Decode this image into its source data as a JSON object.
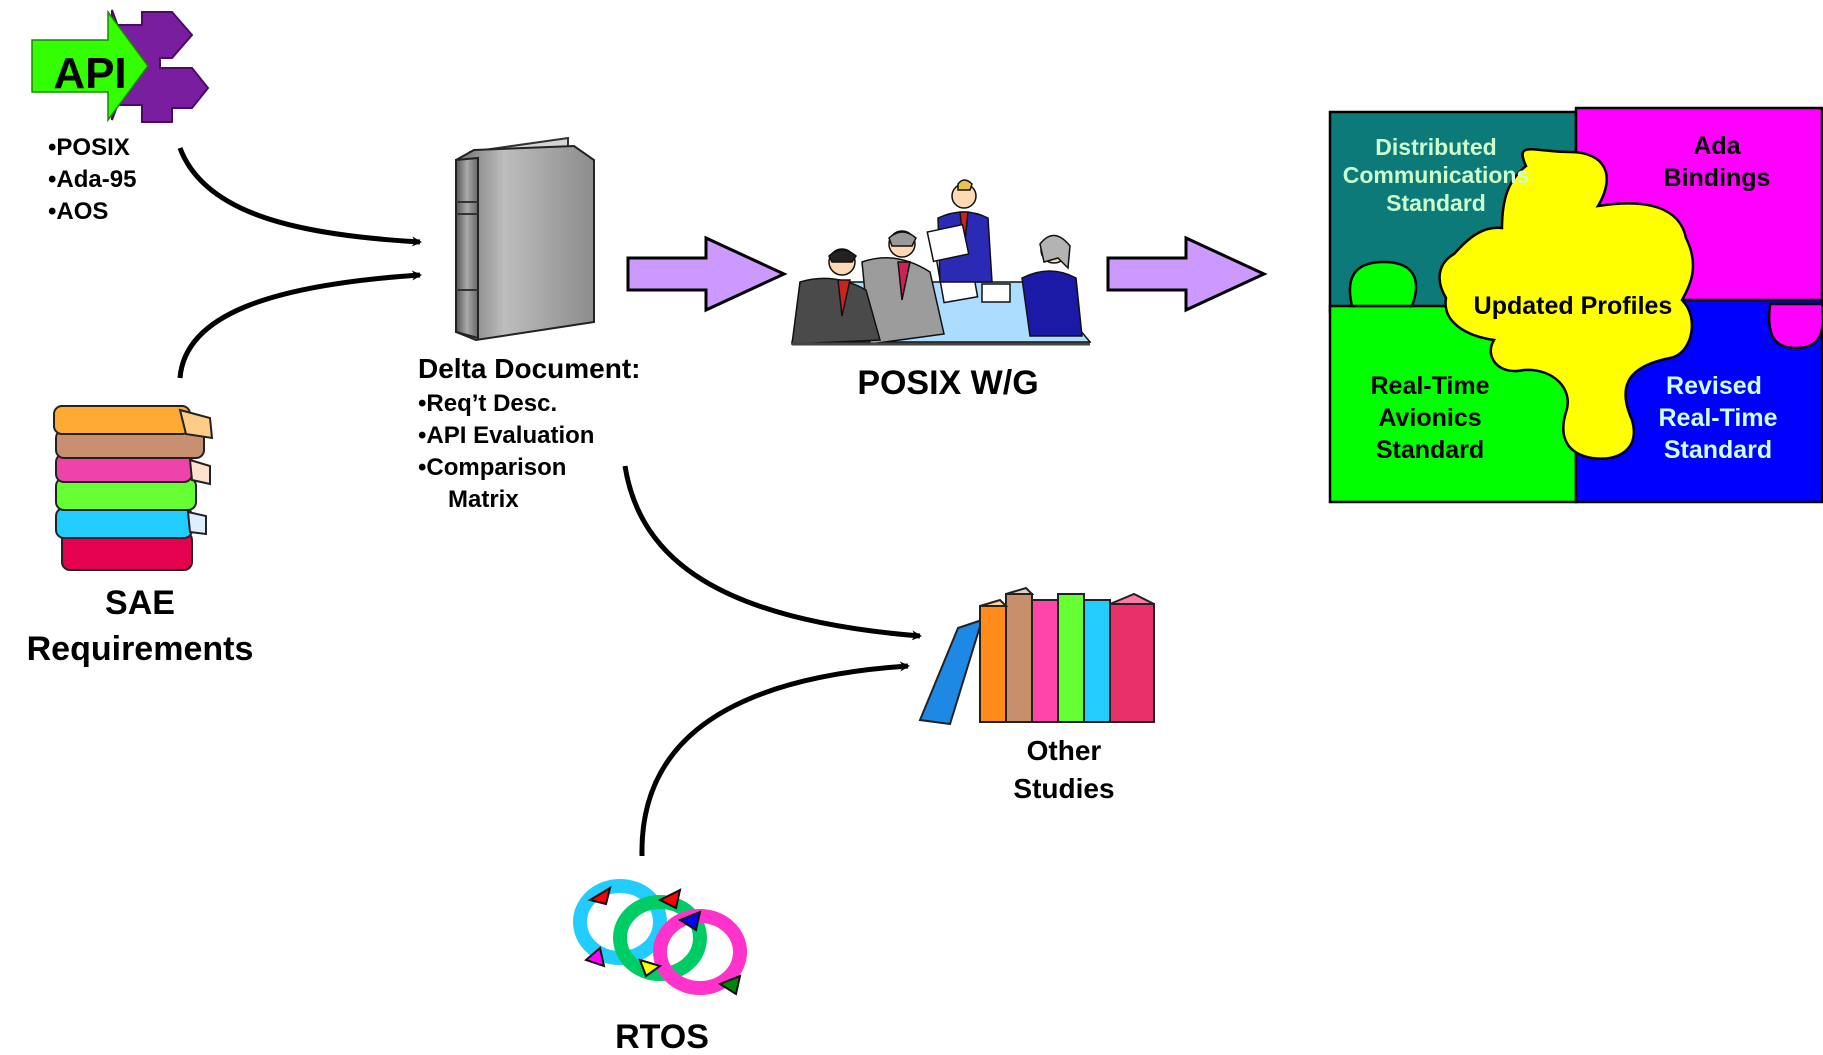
{
  "api": {
    "badge": "API",
    "items": [
      "•POSIX",
      "•Ada-95",
      "•AOS"
    ]
  },
  "sae": {
    "line1": "SAE",
    "line2": "Requirements"
  },
  "delta": {
    "title": "Delta Document:",
    "items": [
      "•Req’t Desc.",
      "•API Evaluation",
      "•Comparison",
      "Matrix"
    ]
  },
  "posix_wg": {
    "label": "POSIX W/G"
  },
  "other_studies": {
    "line1": "Other",
    "line2": "Studies"
  },
  "rtos": {
    "label": "RTOS"
  },
  "puzzle": {
    "distributed": [
      "Distributed",
      "Communications",
      "Standard"
    ],
    "ada": [
      "Ada",
      "Bindings"
    ],
    "updated": "Updated Profiles",
    "realtime_avionics": [
      "Real-Time",
      "Avionics",
      "Standard"
    ],
    "revised": [
      "Revised",
      "Real-Time",
      "Standard"
    ]
  },
  "colors": {
    "api_green": "#33ff00",
    "api_purple": "#7a1ea0",
    "block_arrow": "#cc99ff",
    "teal": "#0d7a7a",
    "magenta": "#ff00ff",
    "green": "#00ff00",
    "blue": "#0000ff",
    "yellow": "#ffff00",
    "distributed_text": "#ccffcc",
    "revised_text": "#ccffff"
  },
  "icons": [
    "api-icon",
    "book-stack-icon",
    "closed-book-icon",
    "meeting-icon",
    "bookshelf-icon",
    "rtos-arrows-icon",
    "puzzle-icon"
  ]
}
